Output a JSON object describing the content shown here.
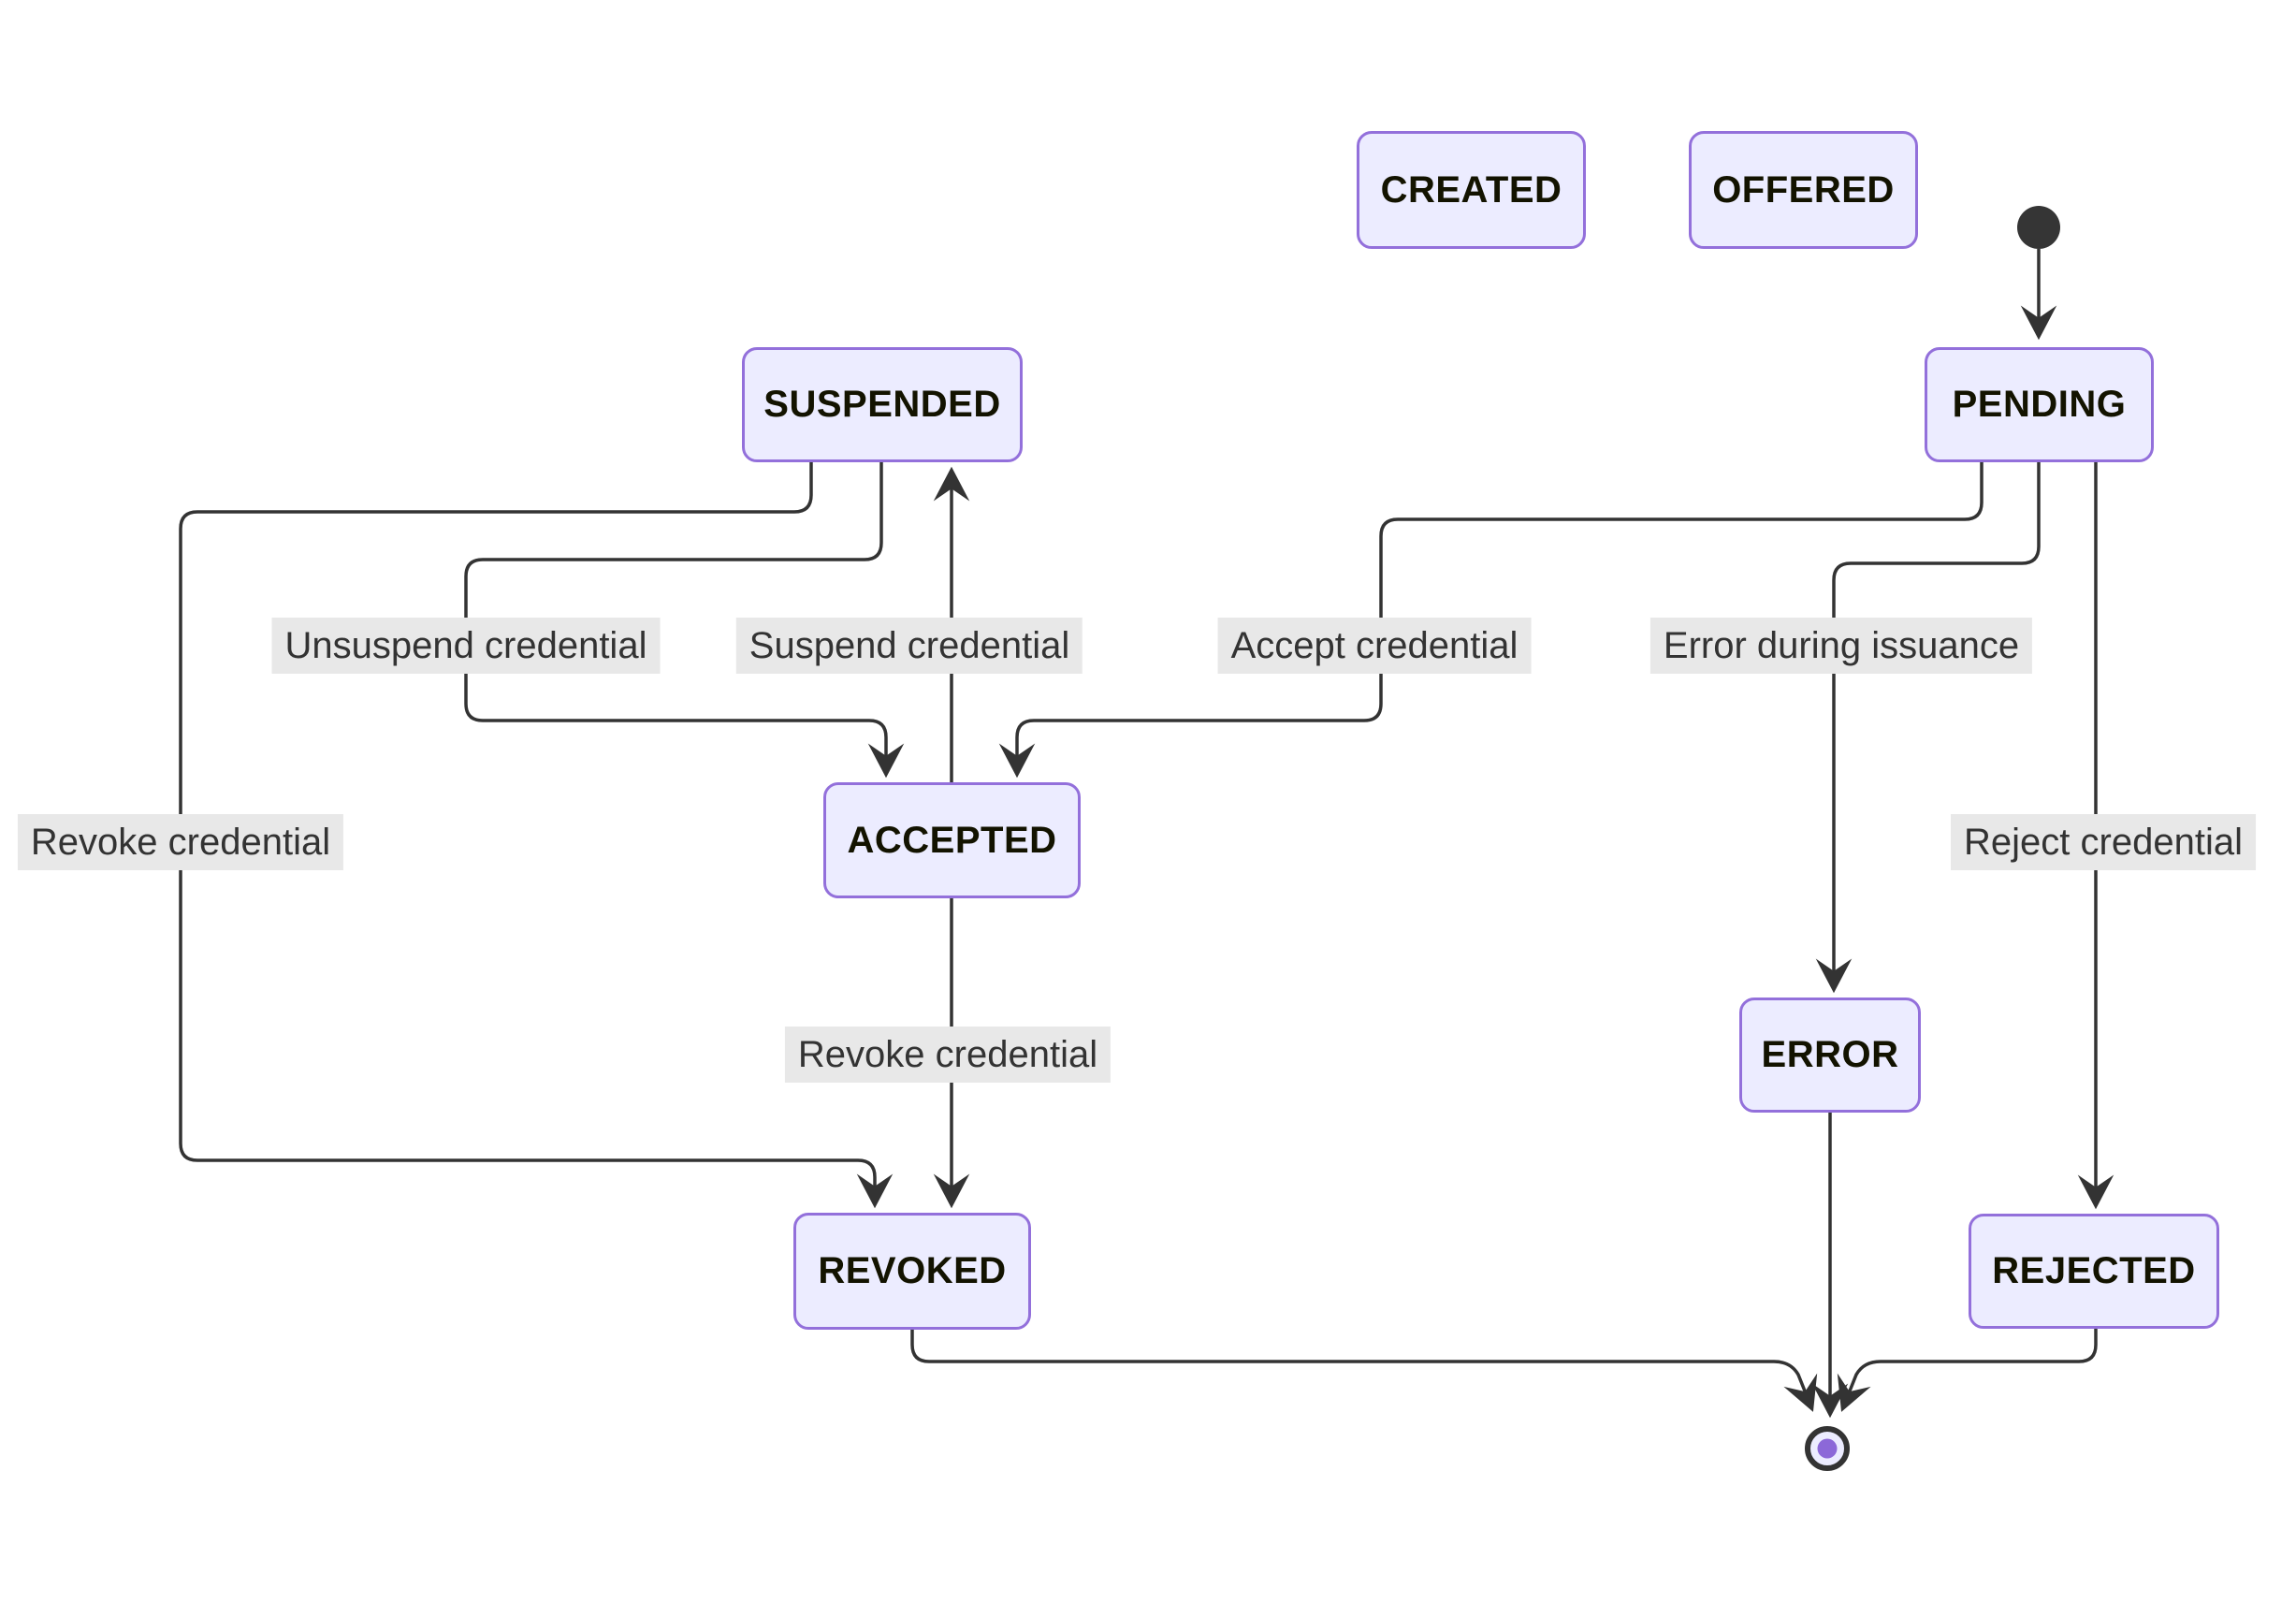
{
  "diagram": {
    "type": "state-diagram",
    "states": [
      {
        "id": "created",
        "label": "CREATED"
      },
      {
        "id": "offered",
        "label": "OFFERED"
      },
      {
        "id": "pending",
        "label": "PENDING"
      },
      {
        "id": "suspended",
        "label": "SUSPENDED"
      },
      {
        "id": "accepted",
        "label": "ACCEPTED"
      },
      {
        "id": "error",
        "label": "ERROR"
      },
      {
        "id": "revoked",
        "label": "REVOKED"
      },
      {
        "id": "rejected",
        "label": "REJECTED"
      }
    ],
    "transitions": [
      {
        "from": "[*]",
        "to": "PENDING",
        "label": ""
      },
      {
        "from": "PENDING",
        "to": "ACCEPTED",
        "label": "Accept credential"
      },
      {
        "from": "PENDING",
        "to": "ERROR",
        "label": "Error during issuance"
      },
      {
        "from": "PENDING",
        "to": "REJECTED",
        "label": "Reject credential"
      },
      {
        "from": "SUSPENDED",
        "to": "ACCEPTED",
        "label": "Unsuspend credential"
      },
      {
        "from": "ACCEPTED",
        "to": "SUSPENDED",
        "label": "Suspend credential"
      },
      {
        "from": "SUSPENDED",
        "to": "REVOKED",
        "label": "Revoke credential"
      },
      {
        "from": "ACCEPTED",
        "to": "REVOKED",
        "label": "Revoke credential"
      },
      {
        "from": "REVOKED",
        "to": "[*]",
        "label": ""
      },
      {
        "from": "ERROR",
        "to": "[*]",
        "label": ""
      },
      {
        "from": "REJECTED",
        "to": "[*]",
        "label": ""
      }
    ],
    "colors": {
      "state_fill": "#ECECFF",
      "state_border": "#9370DB",
      "state_text": "#131300",
      "edge_stroke": "#333333",
      "edge_label_bg": "#e8e8e8",
      "edge_label_text": "#333333",
      "start_dot": "#353535",
      "end_inner_dot": "#8c68d8"
    }
  }
}
